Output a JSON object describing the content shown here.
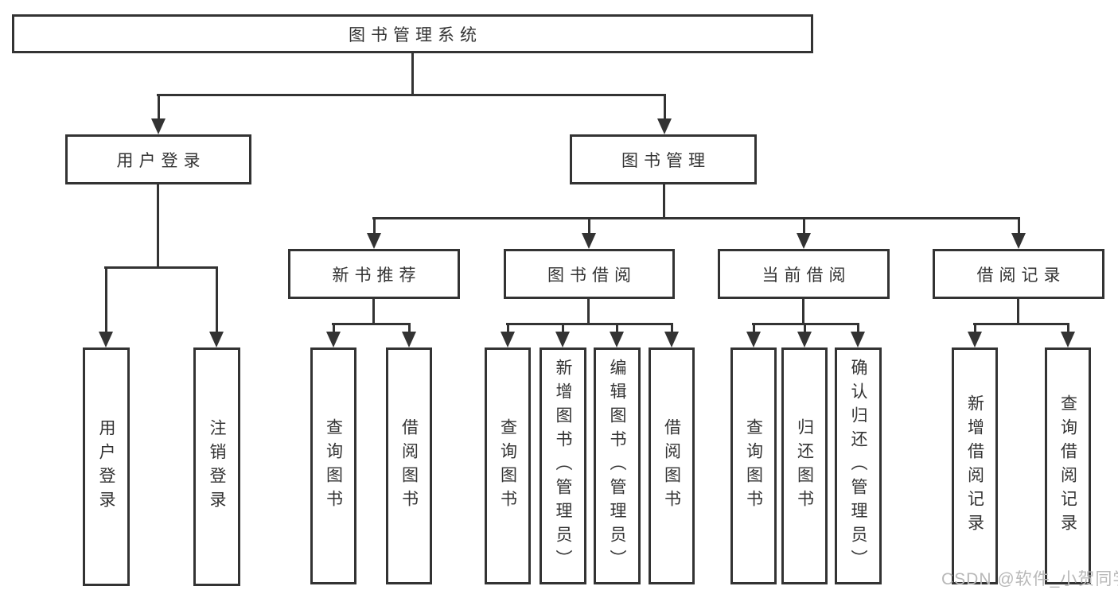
{
  "tree": {
    "label": "图书管理系统",
    "children": [
      {
        "label": "用户登录",
        "children": [
          {
            "label": "用户登录"
          },
          {
            "label": "注销登录"
          }
        ]
      },
      {
        "label": "图书管理",
        "children": [
          {
            "label": "新书推荐",
            "children": [
              {
                "label": "查询图书"
              },
              {
                "label": "借阅图书"
              }
            ]
          },
          {
            "label": "图书借阅",
            "children": [
              {
                "label": "查询图书"
              },
              {
                "label": "新增图书（管理员）"
              },
              {
                "label": "编辑图书（管理员）"
              },
              {
                "label": "借阅图书"
              }
            ]
          },
          {
            "label": "当前借阅",
            "children": [
              {
                "label": "查询图书"
              },
              {
                "label": "归还图书"
              },
              {
                "label": "确认归还（管理员）"
              }
            ]
          },
          {
            "label": "借阅记录",
            "children": [
              {
                "label": "新增借阅记录"
              },
              {
                "label": "查询借阅记录"
              }
            ]
          }
        ]
      }
    ]
  },
  "watermark": {
    "text": "CSDN @软件_小贺同学"
  },
  "colors": {
    "line": "#333333",
    "text": "#333333",
    "bg": "#ffffff",
    "watermark": "#b8b8b8"
  }
}
